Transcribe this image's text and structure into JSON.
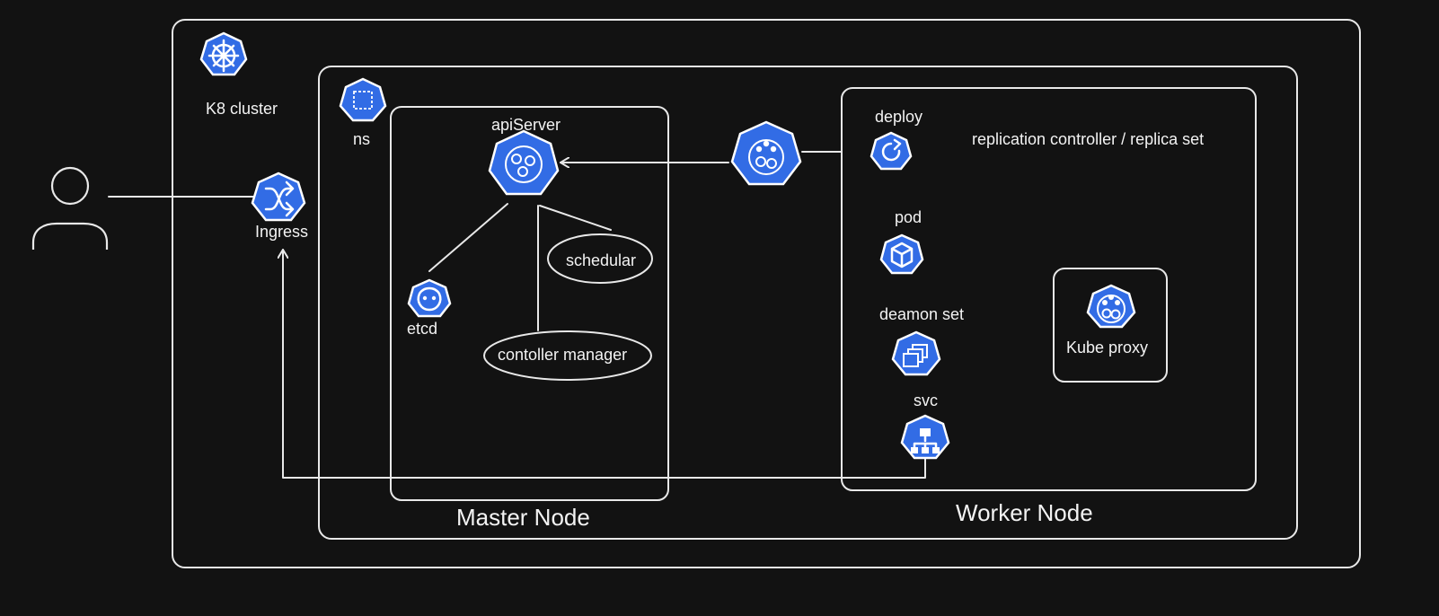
{
  "diagram": {
    "cluster_label": "K8 cluster",
    "ingress_label": "Ingress",
    "namespace_label": "ns",
    "master_node_label": "Master Node",
    "worker_node_label": "Worker Node",
    "api_server_label": "apiServer",
    "etcd_label": "etcd",
    "scheduler_label": "schedular",
    "controller_manager_label": "contoller manager",
    "deploy_label": "deploy",
    "replication_label": "replication controller / replica set",
    "pod_label": "pod",
    "daemon_set_label": "deamon set",
    "svc_label": "svc",
    "kube_proxy_label": "Kube proxy"
  },
  "colors": {
    "background": "#121212",
    "stroke": "#e8e8e8",
    "kubernetes_blue": "#326ce5"
  },
  "icons": {
    "user": "user-icon",
    "cluster": "kubernetes-helm-icon",
    "ingress": "ingress-icon",
    "namespace": "namespace-icon",
    "api_server": "api-server-icon",
    "etcd": "etcd-icon",
    "deploy": "deploy-icon",
    "pod": "pod-icon",
    "daemon_set": "daemon-set-icon",
    "svc": "service-icon",
    "kubelet": "kubelet-icon",
    "kube_proxy": "kube-proxy-icon"
  }
}
